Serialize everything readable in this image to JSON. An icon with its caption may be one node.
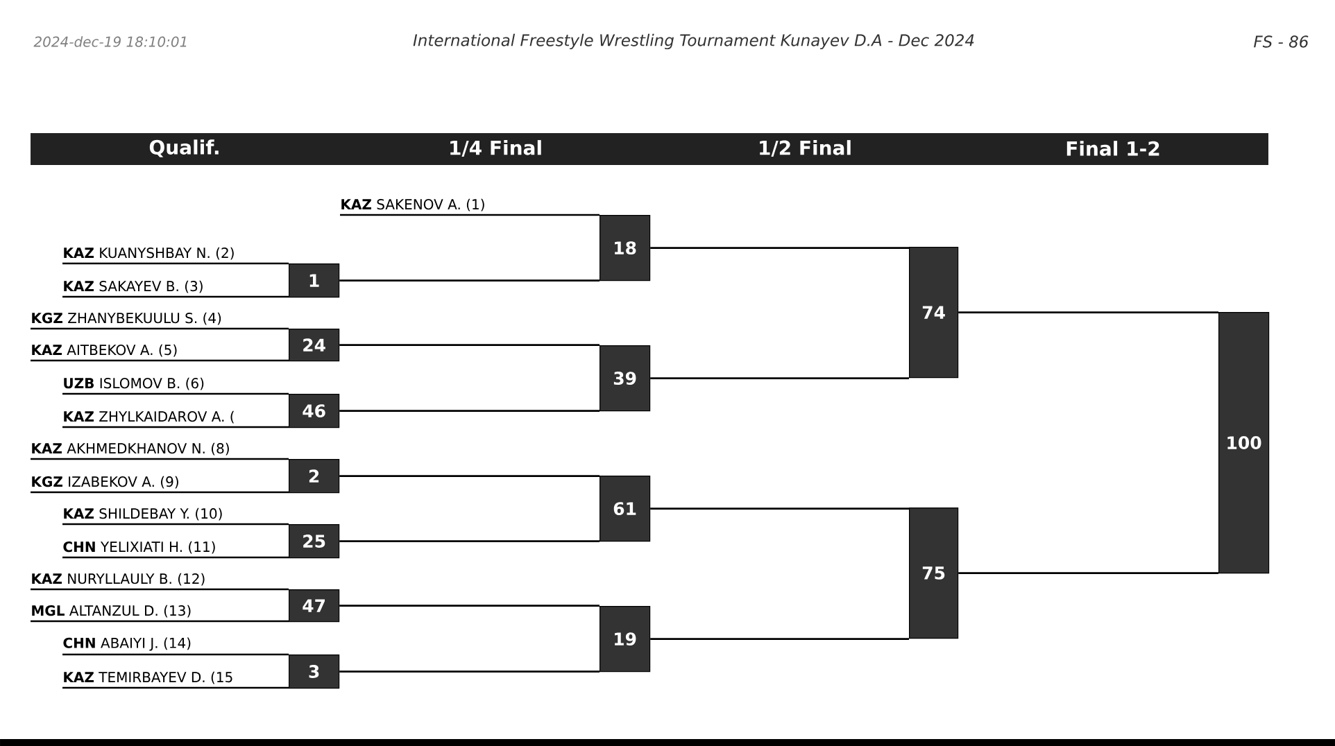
{
  "diagram": {
    "title": "International Freestyle Wrestling Tournament Kunayev D.A - Dec 2024",
    "nodes": [
      {
        "text": [
          "**KAZ** SAKENOV A. (1)"
        ]
      },
      {
        "text": [
          "**KAZ** KUANYSHBAY N. (2)"
        ]
      },
      {
        "text": [
          "**KAZ** SAKAYEV B. (3)"
        ]
      },
      {
        "text": [
          "**KGZ** ZHANYBEKUULU S. (4)"
        ]
      },
      {
        "text": [
          "**KAZ** AITBEKOV A. (5)"
        ]
      },
      {
        "text": [
          "**UZB** ISLOMOV B. (6)"
        ]
      },
      {
        "text": [
          "**KAZ** ZHYLKAIDAROV A. ("
        ]
      },
      {
        "text": [
          "**KAZ** AKHMEDKHANOV N. (8)"
        ]
      },
      {
        "text": [
          "**KGZ** IZABEKOV A. (9)"
        ]
      },
      {
        "text": [
          "**KAZ** SHILDEBAY Y. (10)"
        ]
      },
      {
        "text": [
          "**CHN** YELIXIATI H. (11)"
        ]
      },
      {
        "text": [
          "**KAZ** NURYLLAULY B. (12)"
        ]
      },
      {
        "text": [
          "**MGL** ALTANZUL D. (13)"
        ]
      },
      {
        "text": [
          "**CHN** ABAIYI J. (14)"
        ]
      },
      {
        "text": [
          "**KAZ** TEMIRBAYEV D. (15"
        ]
      },
      {
        "text": [
          "1"
        ]
      },
      {
        "text": [
          "24"
        ]
      },
      {
        "text": [
          "46"
        ]
      },
      {
        "text": [
          "2"
        ]
      },
      {
        "text": [
          "25"
        ]
      },
      {
        "text": [
          "47"
        ]
      },
      {
        "text": [
          "3"
        ]
      },
      {
        "text": [
          "18"
        ]
      },
      {
        "text": [
          "39"
        ]
      },
      {
        "text": [
          "61"
        ]
      },
      {
        "text": [
          "19"
        ]
      },
      {
        "text": [
          "74"
        ]
      },
      {
        "text": [
          "75"
        ]
      },
      {
        "text": [
          "100"
        ]
      }
    ],
    "edges": [
      {
        "from": 0,
        "to": 22,
        "arrow": "none"
      },
      {
        "from": 1,
        "to": 15,
        "arrow": "none"
      },
      {
        "from": 2,
        "to": 15,
        "arrow": "none"
      },
      {
        "from": 3,
        "to": 16,
        "arrow": "none"
      },
      {
        "from": 4,
        "to": 16,
        "arrow": "none"
      },
      {
        "from": 5,
        "to": 17,
        "arrow": "none"
      },
      {
        "from": 6,
        "to": 17,
        "arrow": "none"
      },
      {
        "from": 7,
        "to": 18,
        "arrow": "none"
      },
      {
        "from": 8,
        "to": 18,
        "arrow": "none"
      },
      {
        "from": 9,
        "to": 19,
        "arrow": "none"
      },
      {
        "from": 10,
        "to": 19,
        "arrow": "none"
      },
      {
        "from": 11,
        "to": 20,
        "arrow": "none"
      },
      {
        "from": 12,
        "to": 20,
        "arrow": "none"
      },
      {
        "from": 13,
        "to": 21,
        "arrow": "none"
      },
      {
        "from": 14,
        "to": 21,
        "arrow": "none"
      },
      {
        "from": 15,
        "to": 22,
        "arrow": "none"
      },
      {
        "from": 16,
        "to": 23,
        "arrow": "none"
      },
      {
        "from": 17,
        "to": 23,
        "arrow": "none"
      },
      {
        "from": 18,
        "to": 24,
        "arrow": "none"
      },
      {
        "from": 19,
        "to": 24,
        "arrow": "none"
      },
      {
        "from": 20,
        "to": 25,
        "arrow": "none"
      },
      {
        "from": 21,
        "to": 25,
        "arrow": "none"
      },
      {
        "from": 22,
        "to": 26,
        "arrow": "none"
      },
      {
        "from": 23,
        "to": 26,
        "arrow": "none"
      },
      {
        "from": 24,
        "to": 27,
        "arrow": "none"
      },
      {
        "from": 25,
        "to": 27,
        "arrow": "none"
      },
      {
        "from": 26,
        "to": 28,
        "arrow": "none"
      },
      {
        "from": 27,
        "to": 28,
        "arrow": "none"
      }
    ],
    "labels": [
      "2024-dec-19 18:10:01",
      "FS - 86",
      "Qualif.",
      "1/4 Final",
      "1/2 Final",
      "Final 1-2"
    ]
  }
}
